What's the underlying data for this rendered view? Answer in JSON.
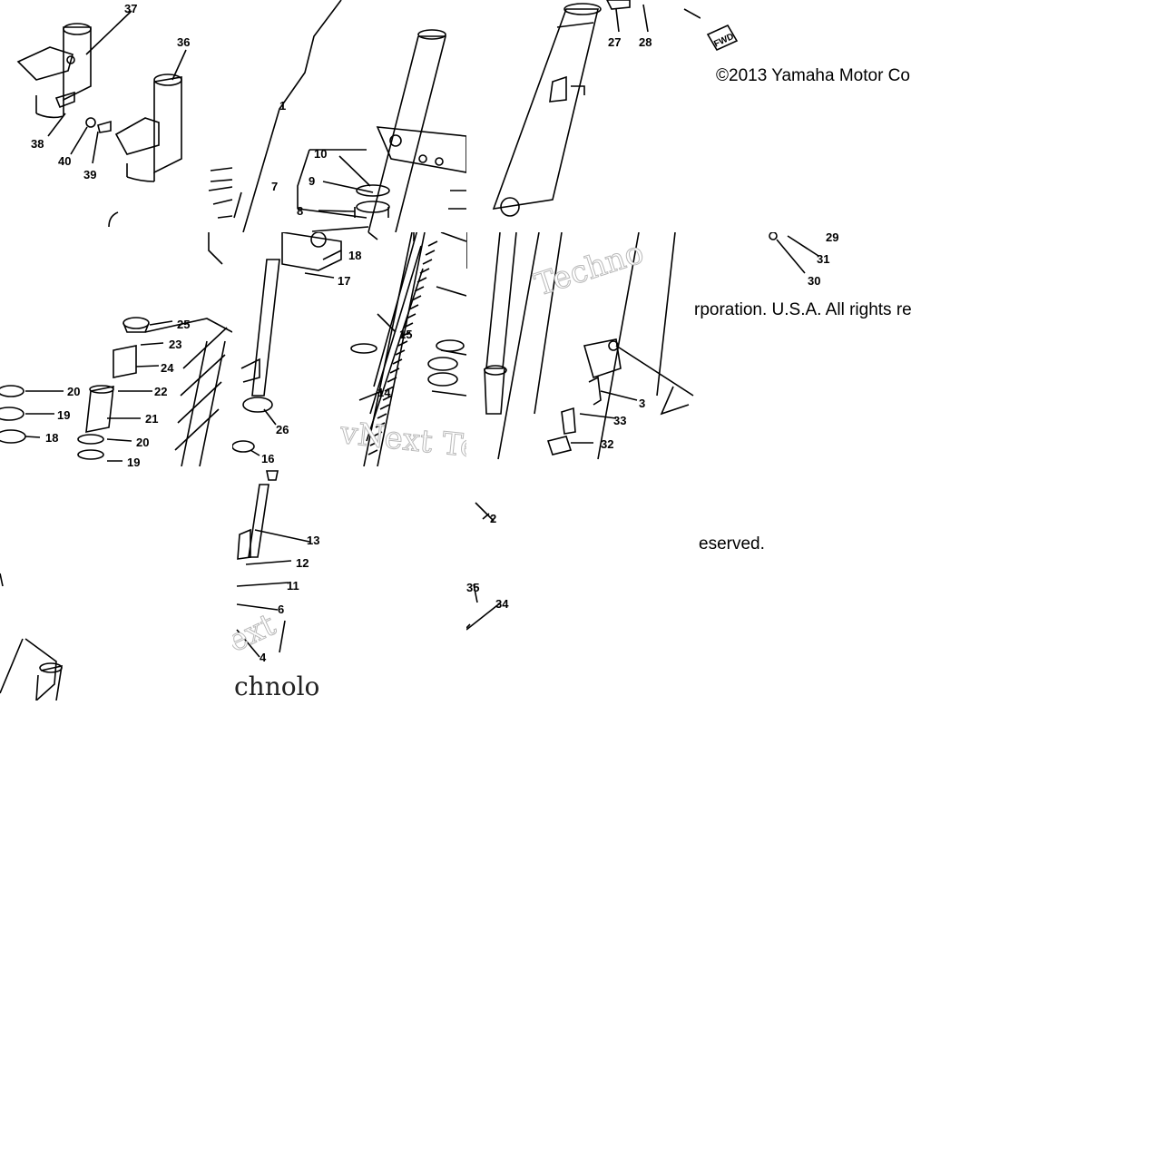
{
  "callouts": {
    "c2": "2",
    "c3": "3",
    "c4": "4",
    "c6": "6",
    "c7": "7",
    "c8": "8",
    "c9": "9",
    "c10": "10",
    "c11": "11",
    "c12": "12",
    "c13": "13",
    "c14": "14",
    "c15": "15",
    "c16": "16",
    "c17": "17",
    "c18": "18",
    "c18b": "18",
    "c19": "19",
    "c19b": "19",
    "c20": "20",
    "c20b": "20",
    "c21": "21",
    "c22": "22",
    "c23": "23",
    "c24": "24",
    "c25": "25",
    "c26": "26",
    "c27": "27",
    "c28": "28",
    "c29": "29",
    "c30": "30",
    "c31": "31",
    "c32": "32",
    "c33": "33",
    "c34": "34",
    "c35": "35",
    "c36": "36",
    "c37": "37",
    "c38": "38",
    "c39": "39",
    "c40": "40",
    "c1": "1"
  },
  "watermarks": {
    "w1": "vNext Te",
    "w2": "Techno",
    "w3": "chnolo",
    "w4": "ext"
  },
  "copyright": {
    "line1": "©2013 Yamaha Motor Co",
    "line2": "rporation. U.S.A. All rights re",
    "line3": "eserved."
  },
  "badge": "FWD"
}
